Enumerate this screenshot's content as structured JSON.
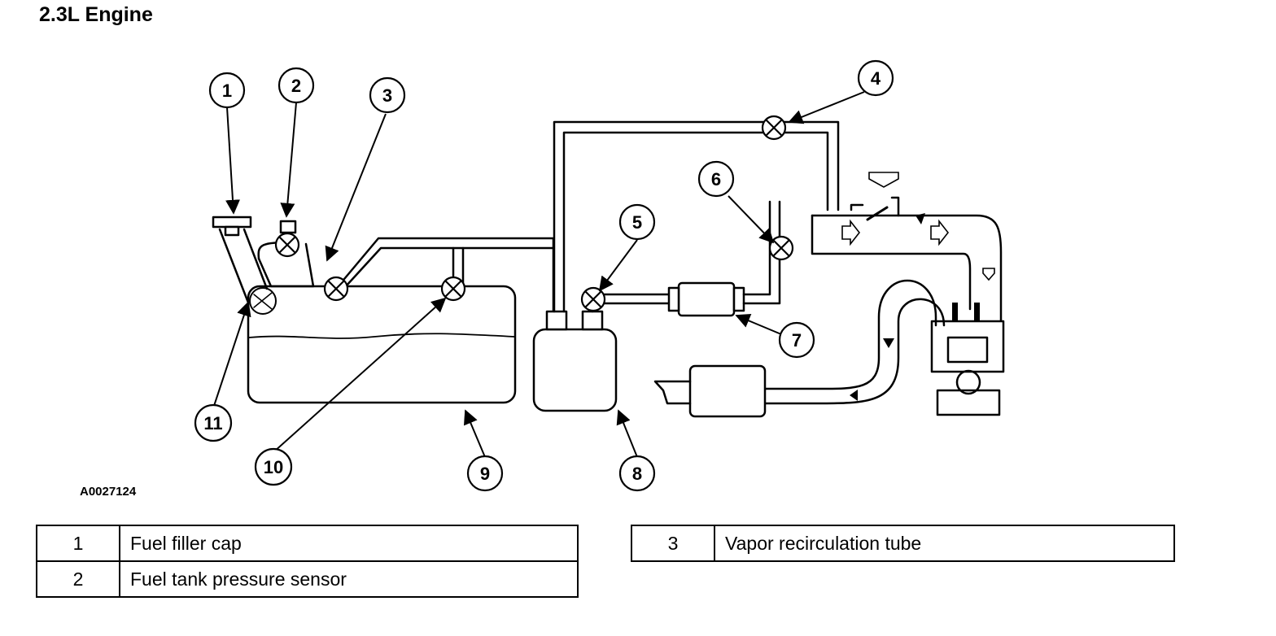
{
  "title": "2.3L Engine",
  "figure_id": "A0027124",
  "callouts": [
    "1",
    "2",
    "3",
    "4",
    "5",
    "6",
    "7",
    "8",
    "9",
    "10",
    "11"
  ],
  "legend": {
    "left": [
      {
        "num": "1",
        "text": "Fuel filler cap"
      },
      {
        "num": "2",
        "text": "Fuel tank pressure sensor"
      }
    ],
    "right": [
      {
        "num": "3",
        "text": "Vapor recirculation tube"
      }
    ]
  }
}
